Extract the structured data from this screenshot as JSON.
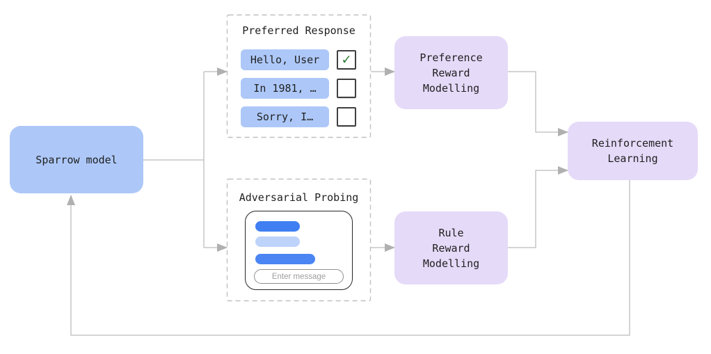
{
  "diagram": {
    "nodes": {
      "sparrow": {
        "label": "Sparrow model"
      },
      "preference_rm": {
        "label": "Preference\nReward\nModelling"
      },
      "rule_rm": {
        "label": "Rule\nReward\nModelling"
      },
      "rl": {
        "label": "Reinforcement\nLearning"
      }
    },
    "preferred_response": {
      "title": "Preferred Response",
      "check_glyph": "✓",
      "options": [
        {
          "label": "Hello, User",
          "checked": true
        },
        {
          "label": "In 1981, …",
          "checked": false
        },
        {
          "label": "Sorry, I…",
          "checked": false
        }
      ]
    },
    "adversarial_probing": {
      "title": "Adversarial Probing",
      "chat_input_placeholder": "Enter message"
    },
    "colors": {
      "node_blue": "#adc8f8",
      "node_purple": "#e5daf8",
      "bubble_strong_blue": "#3f7ff2",
      "bubble_light_blue": "#bed3fa",
      "bubble_medium_blue": "#4a85f3",
      "check_green": "#2e7d32",
      "connector_line": "#c6c6c6",
      "arrowhead": "#b0b0b0",
      "dashed_border": "#c0c0c0"
    }
  }
}
